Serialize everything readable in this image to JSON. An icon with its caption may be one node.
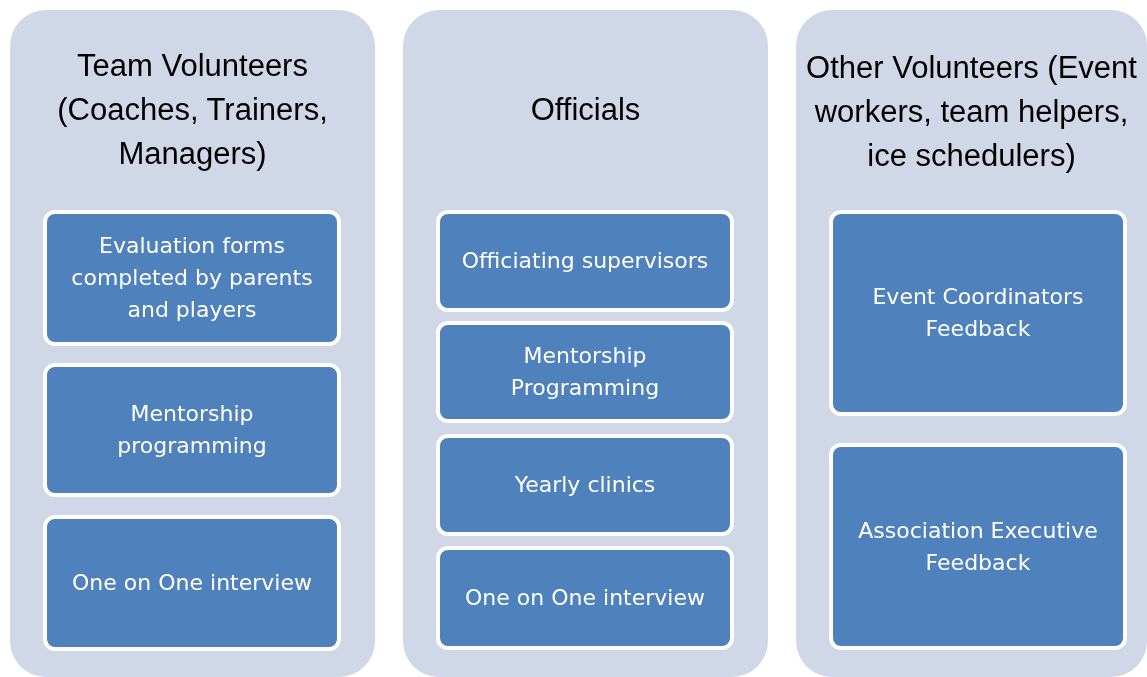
{
  "diagram": {
    "nodes": [
      {
        "text": [
          "Team Volunteers (Coaches, Trainers, Managers)"
        ]
      },
      {
        "text": [
          "Evaluation forms completed by parents and players"
        ],
        "in": 0
      },
      {
        "text": [
          "Mentorship programming"
        ],
        "in": 0
      },
      {
        "text": [
          "One on One interview"
        ],
        "in": 0
      },
      {
        "text": [
          "Officials"
        ]
      },
      {
        "text": [
          "Officiating supervisors"
        ],
        "in": 4
      },
      {
        "text": [
          "Mentorship Programming"
        ],
        "in": 4
      },
      {
        "text": [
          "Yearly clinics"
        ],
        "in": 4
      },
      {
        "text": [
          "One on One interview"
        ],
        "in": 4
      },
      {
        "text": [
          "Other Volunteers (Event workers, team helpers, ice schedulers)"
        ]
      },
      {
        "text": [
          "Event Coordinators Feedback"
        ],
        "in": 9
      },
      {
        "text": [
          "Association Executive Feedback"
        ],
        "in": 9
      }
    ]
  }
}
